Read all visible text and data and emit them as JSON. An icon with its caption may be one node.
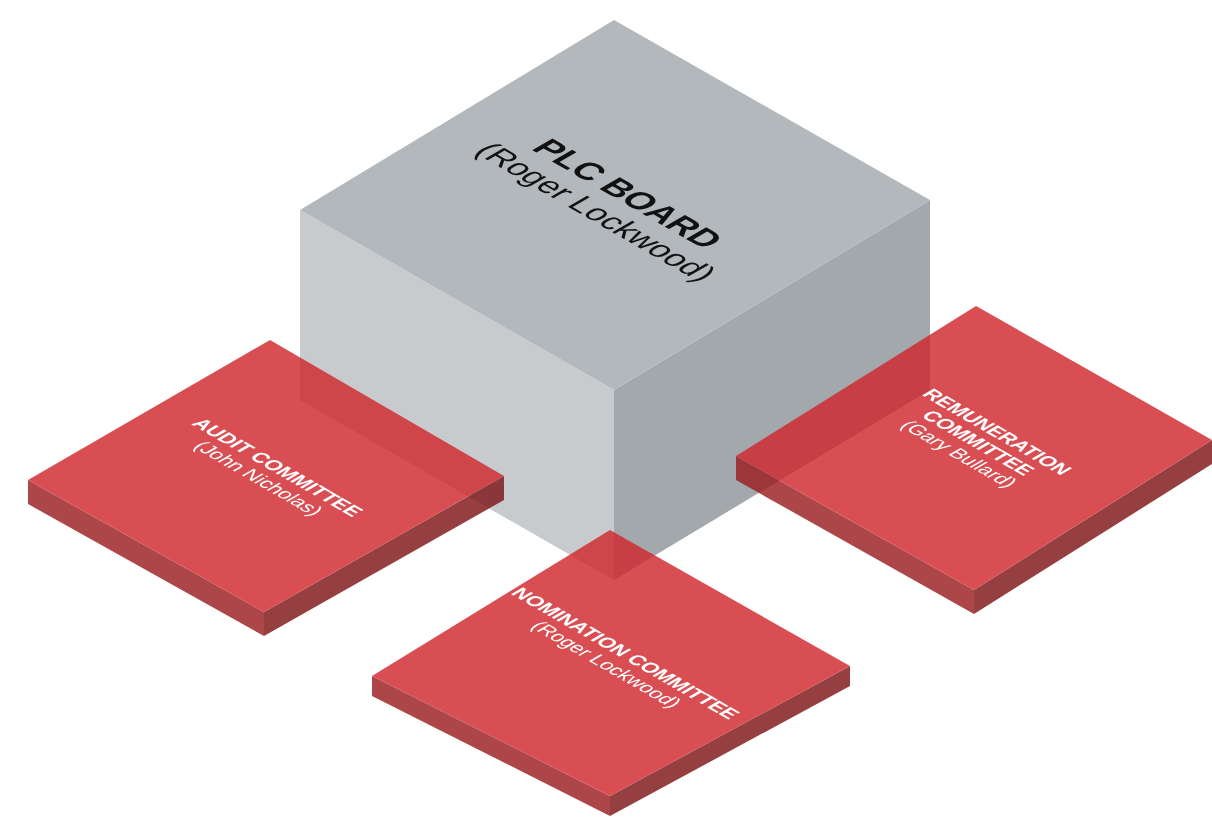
{
  "diagram": {
    "nodes": [
      {
        "text": [
          "PLC BOARD",
          "(Roger Lockwood)"
        ]
      },
      {
        "text": [
          "AUDIT COMMITTEE",
          "(John Nicholas)"
        ]
      },
      {
        "text": [
          "REMUNERATION COMMITTEE",
          "(Gary Bullard)"
        ]
      },
      {
        "text": [
          "NOMINATION COMMITTEE",
          "(Roger Lockwood)"
        ]
      }
    ]
  }
}
